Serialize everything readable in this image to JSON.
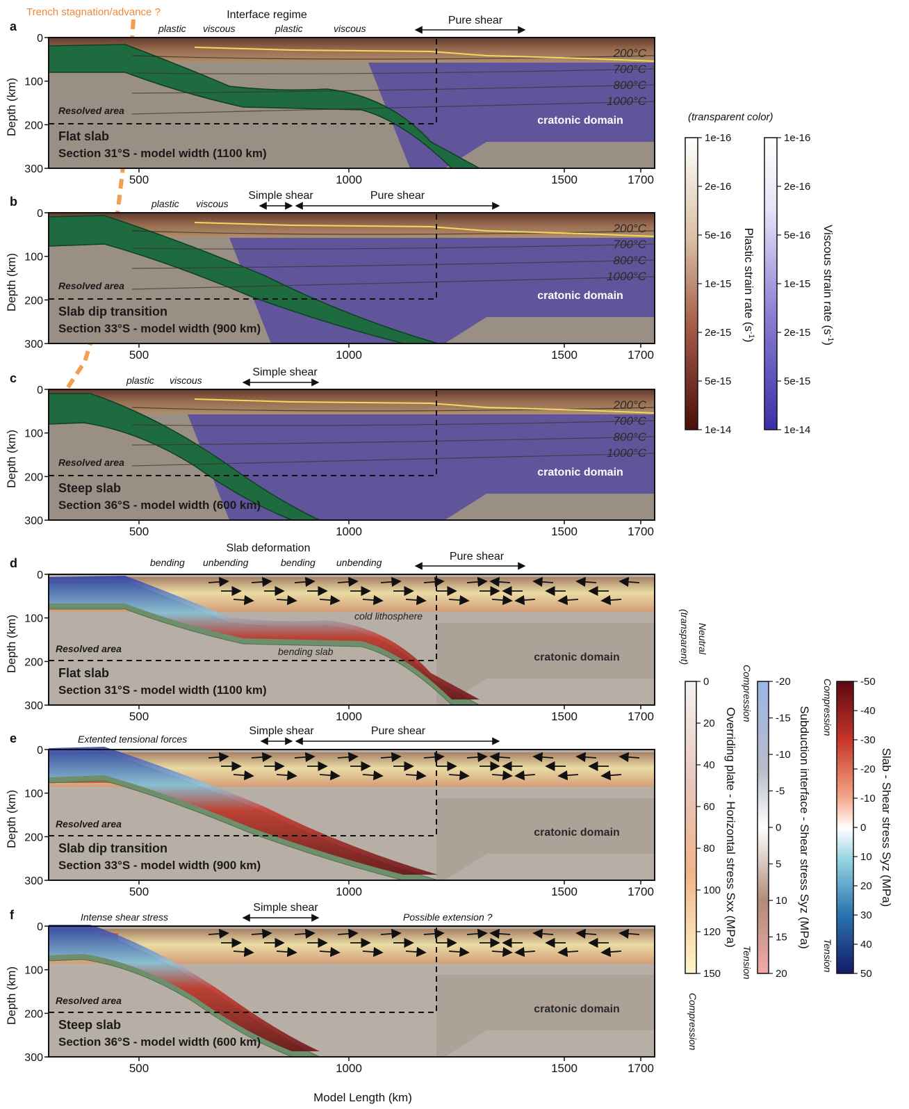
{
  "top_note": "Trench stagnation/advance ?",
  "x_ticks": [
    "500",
    "1000",
    "1500",
    "1700"
  ],
  "y_ticks": [
    "0",
    "100",
    "200",
    "300"
  ],
  "y_label": "Depth (km)",
  "x_label": "Model Length (km)",
  "cratonic": "cratonic domain",
  "resolved": "Resolved area",
  "panels": {
    "a": {
      "letter": "a",
      "title": "Flat slab",
      "subtitle": "Section 31°S - model width (1100 km)"
    },
    "b": {
      "letter": "b",
      "title": "Slab dip transition",
      "subtitle": "Section 33°S - model width (900 km)"
    },
    "c": {
      "letter": "c",
      "title": "Steep slab",
      "subtitle": "Section 36°S - model width (600 km)"
    },
    "d": {
      "letter": "d",
      "title": "Flat slab",
      "subtitle": "Section 31°S - model width (1100 km)"
    },
    "e": {
      "letter": "e",
      "title": "Slab dip transition",
      "subtitle": "Section 33°S - model width (900 km)"
    },
    "f": {
      "letter": "f",
      "title": "Steep slab",
      "subtitle": "Section 36°S - model width (600 km)"
    }
  },
  "annotations": {
    "interface_regime": "Interface regime",
    "a_plastic1": "plastic",
    "a_viscous1": "viscous",
    "a_plastic2": "plastic",
    "a_viscous2": "viscous",
    "plastic": "plastic",
    "viscous": "viscous",
    "pure_shear": "Pure shear",
    "simple_shear": "Simple shear",
    "slab_deformation": "Slab deformation",
    "bending": "bending",
    "unbending": "unbending",
    "cold_lithosphere": "cold lithosphere",
    "bending_slab": "bending slab",
    "extended": "Extented tensional forces",
    "intense": "Intense shear stress",
    "possible_extension": "Possible extension ?"
  },
  "isotherms": [
    "200°C",
    "700°C",
    "800°C",
    "1000°C"
  ],
  "legend_top": {
    "transparent_note": "(transparent color)",
    "plastic_label": "Plastic strain rate (s",
    "viscous_label": "Viscous strain rate (s",
    "sup": "-1",
    "close": ")",
    "ticks": [
      "1e-16",
      "2e-16",
      "5e-16",
      "1e-15",
      "2e-15",
      "5e-15",
      "1e-14"
    ]
  },
  "legend_bottom": {
    "neutral": "Neutral",
    "transparent": "(transparent)",
    "compression": "Compression",
    "tension": "Tension",
    "overriding_label": "Overriding plate - Horizontal stress Sxx (MPa)",
    "overriding_ticks": [
      "0",
      "20",
      "40",
      "60",
      "80",
      "100",
      "120",
      "150"
    ],
    "interface_label": "Subduction interface - Shear stress Syz (MPa)",
    "interface_ticks": [
      "-20",
      "-15",
      "-10",
      "-5",
      "0",
      "5",
      "10",
      "15",
      "20"
    ],
    "slab_label": "Slab - Shear stress Syz (MPa)",
    "slab_ticks": [
      "-50",
      "-40",
      "-30",
      "-20",
      "-10",
      "0",
      "10",
      "20",
      "30",
      "40",
      "50"
    ]
  },
  "colors": {
    "slab_green": "#1e6b3f",
    "background_grey": "#9a8f84",
    "cratonic_purple": "#5a4f9c",
    "isotherm_yellow": "#f2d95c",
    "trench_orange": "#f0a050"
  }
}
